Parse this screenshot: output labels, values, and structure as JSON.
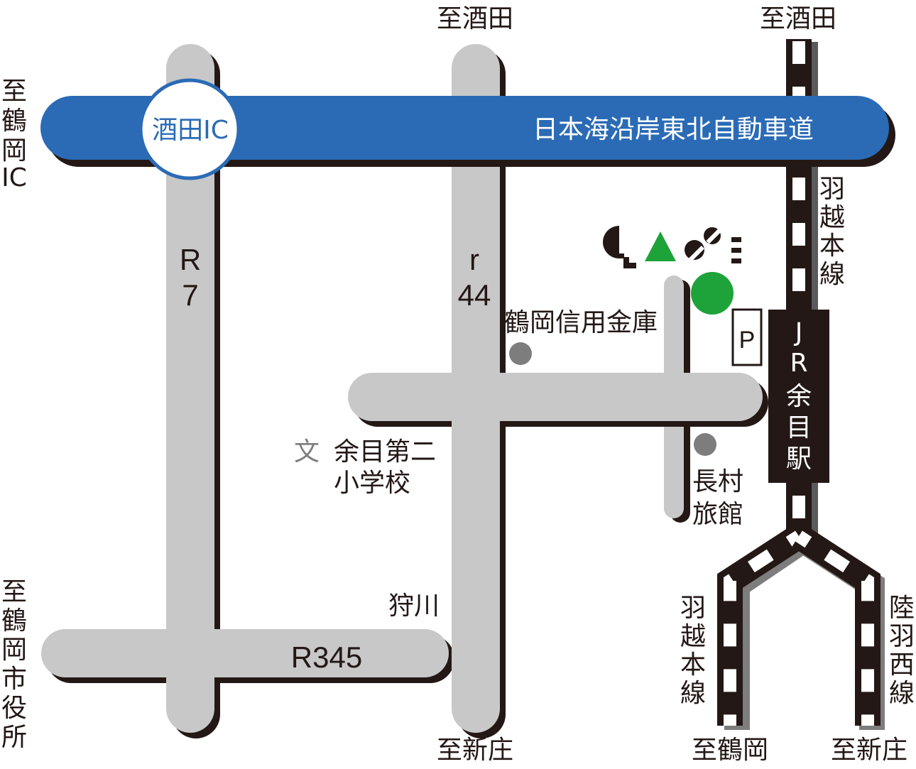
{
  "colors": {
    "road": "#c8c8c8",
    "road_shadow": "#231815",
    "expressway": "#2b6bb5",
    "station": "#231815",
    "poi_grey": "#7d7d7d",
    "destination": "#1ea23a",
    "logo_triangle": "#1ea23a"
  },
  "directions": {
    "top_left_road": "至酒田",
    "top_rail": "至酒田",
    "left_expressway": [
      "至",
      "鶴",
      "岡",
      "IC"
    ],
    "left_r345": [
      "至",
      "鶴",
      "岡",
      "市",
      "役",
      "所"
    ],
    "bottom_r44": "至新庄",
    "bottom_rail_left": "至鶴岡",
    "bottom_rail_right": "至新庄"
  },
  "expressway": {
    "name": "日本海沿岸東北自動車道",
    "interchange": "酒田IC"
  },
  "roads": {
    "r7": [
      "R",
      "7"
    ],
    "r44": [
      "r",
      "44"
    ],
    "r345": "R345"
  },
  "rail": {
    "main_line_label": [
      "羽",
      "越",
      "本",
      "線"
    ],
    "station_name": [
      "J",
      "R",
      "余",
      "目",
      "駅"
    ],
    "branch_left_label": [
      "羽",
      "越",
      "本",
      "線"
    ],
    "branch_right_label": [
      "陸",
      "羽",
      "西",
      "線"
    ]
  },
  "landmarks": {
    "bank": "鶴岡信用金庫",
    "school_symbol": "文",
    "school_line1": "余目第二",
    "school_line2": "小学校",
    "inn_line1": "長村",
    "inn_line2": "旅館",
    "parking": "P",
    "river": "狩川"
  },
  "icons": {
    "destination": "destination-marker-icon",
    "logo": "shop-logo-icon",
    "bank": "bank-dot-icon",
    "inn": "inn-dot-icon",
    "school": "school-symbol-icon",
    "parking": "parking-icon"
  }
}
